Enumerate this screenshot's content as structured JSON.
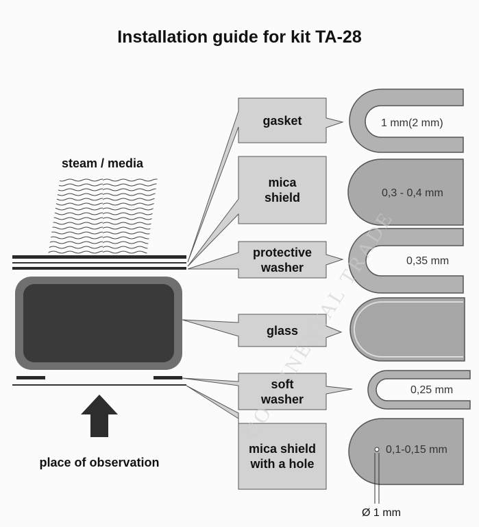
{
  "title": "Installation guide for kit TA-28",
  "labels": {
    "steam": "steam / media",
    "observation": "place of observation"
  },
  "parts": [
    {
      "name": "gasket",
      "thickness": "1 mm(2 mm)"
    },
    {
      "name": "mica\nshield",
      "thickness": "0,3 - 0,4 mm"
    },
    {
      "name": "protective\nwasher",
      "thickness": "0,35 mm"
    },
    {
      "name": "glass",
      "thickness": ""
    },
    {
      "name": "soft\nwasher",
      "thickness": "0,25 mm"
    },
    {
      "name": "mica shield\nwith a hole",
      "thickness": "0,1-0,15 mm"
    }
  ],
  "hole_diameter": "Ø 1 mm",
  "watermark": "CONTINENTAL TRADE",
  "colors": {
    "callout_fill": "#d2d2d2",
    "shape_fill": "#aaaaaa",
    "glass_inner": "#3a3a3a",
    "glass_frame": "#6f6f6f"
  }
}
